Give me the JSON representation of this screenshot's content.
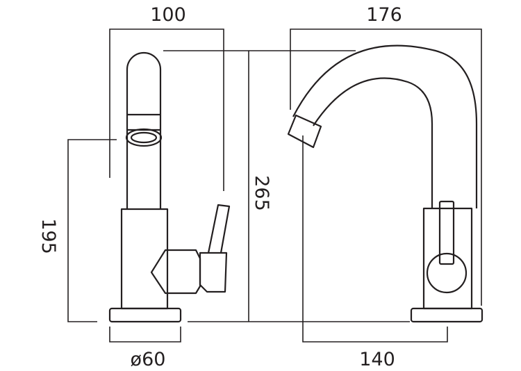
{
  "dimensions": {
    "width_side": "100",
    "width_front": "176",
    "spout_height": "195",
    "total_height": "265",
    "base_diameter": "ø60",
    "spout_reach": "140"
  },
  "colors": {
    "line": "#231f20",
    "background": "#ffffff"
  }
}
